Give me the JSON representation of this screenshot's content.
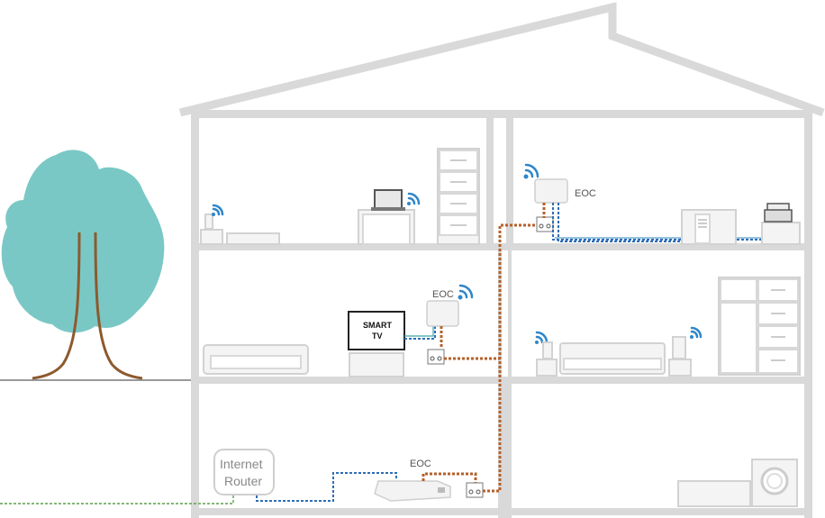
{
  "labels": {
    "eoc_top_right": "EOC",
    "eoc_middle": "EOC",
    "eoc_basement": "EOC",
    "smart_tv_line1": "SMART",
    "smart_tv_line2": "TV",
    "router_line1": "Internet",
    "router_line2": "Router"
  },
  "colors": {
    "tree_canopy": "#7ac8c6",
    "tree_trunk": "#8c5a2e",
    "house_walls": "#d9d9d9",
    "wifi": "#2f86c9",
    "coax_cable": "#b5612a",
    "ethernet_cable": "#2e6db5",
    "internet_line": "#5aa04a"
  },
  "icons": [
    "wifi-icon",
    "eoc-adapter-icon",
    "wall-socket-icon",
    "laptop-icon",
    "printer-icon",
    "speaker-icon",
    "washing-machine-icon"
  ]
}
